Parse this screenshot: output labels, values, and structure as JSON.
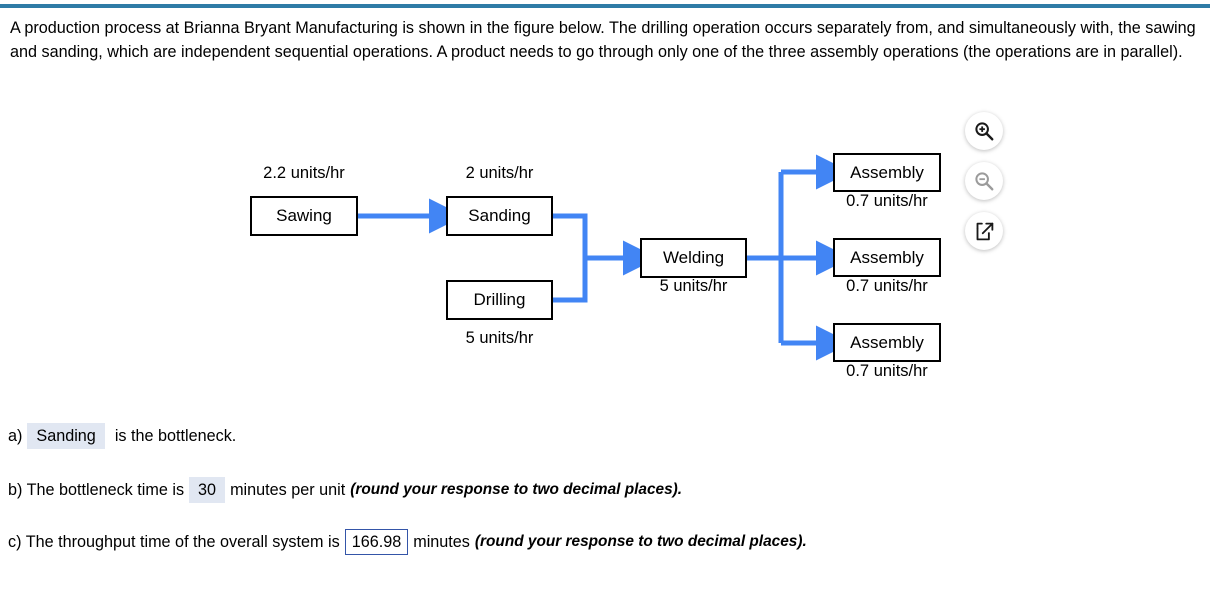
{
  "page": {
    "top_rule_color": "#2e7ba6",
    "prompt": "A production process at Brianna Bryant Manufacturing is shown in the figure below. The drilling operation occurs separately from, and simultaneously with, the sawing and sanding, which are independent sequential operations. A product needs to go through only one of the three assembly operations (the operations are in parallel)."
  },
  "diagram": {
    "connector_color": "#4285f4",
    "box_border_color": "#000000",
    "nodes": {
      "sawing": {
        "label": "Sawing",
        "rate": "2.2 units/hr"
      },
      "sanding": {
        "label": "Sanding",
        "rate": "2 units/hr"
      },
      "drilling": {
        "label": "Drilling",
        "rate": "5 units/hr"
      },
      "welding": {
        "label": "Welding",
        "rate": "5 units/hr"
      },
      "assembly1": {
        "label": "Assembly",
        "rate": "0.7 units/hr"
      },
      "assembly2": {
        "label": "Assembly",
        "rate": "0.7 units/hr"
      },
      "assembly3": {
        "label": "Assembly",
        "rate": "0.7 units/hr"
      }
    }
  },
  "tools": {
    "zoom_in": "zoom-in-icon",
    "zoom_out": "zoom-out-icon",
    "popout": "open-in-new-window-icon"
  },
  "answers": {
    "a": {
      "marker": "a)",
      "value": "Sanding",
      "suffix": "is the bottleneck."
    },
    "b": {
      "marker": "b) The bottleneck time is",
      "value": "30",
      "unit": "minutes per unit",
      "note": "(round your response to two decimal places)."
    },
    "c": {
      "marker": "c) The throughput time of the overall system is",
      "value": "166.98",
      "unit": "minutes",
      "note": "(round your response to two decimal places)."
    }
  }
}
